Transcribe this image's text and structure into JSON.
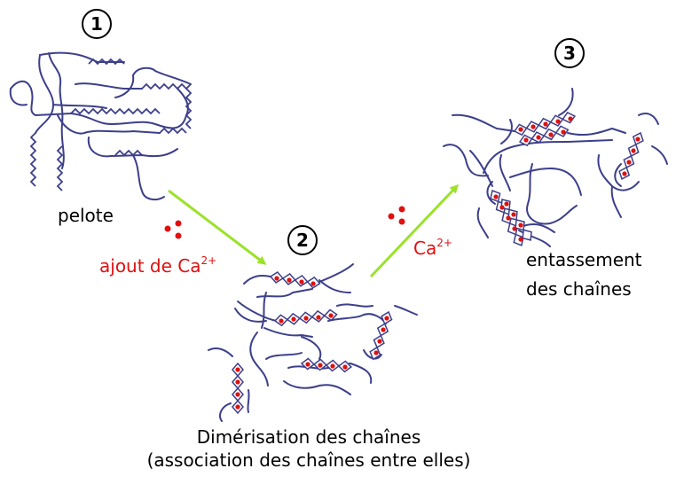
{
  "steps": {
    "s1": "1",
    "s2": "2",
    "s3": "3"
  },
  "labels": {
    "pelote": "pelote",
    "ajout_prefix": "ajout de Ca",
    "ajout_sup": "2+",
    "ca2_base": "Ca",
    "ca2_sup": "2+",
    "entassement_line1": "entassement",
    "entassement_line2": "des chaînes",
    "dimerisation_line1": "Dimérisation des chaînes",
    "dimerisation_line2": "(association des chaînes entre elles)"
  },
  "colors": {
    "chain": "#3c3f8a",
    "ion": "#e01010",
    "arrow": "#9be22a",
    "label_red": "#e01010"
  }
}
